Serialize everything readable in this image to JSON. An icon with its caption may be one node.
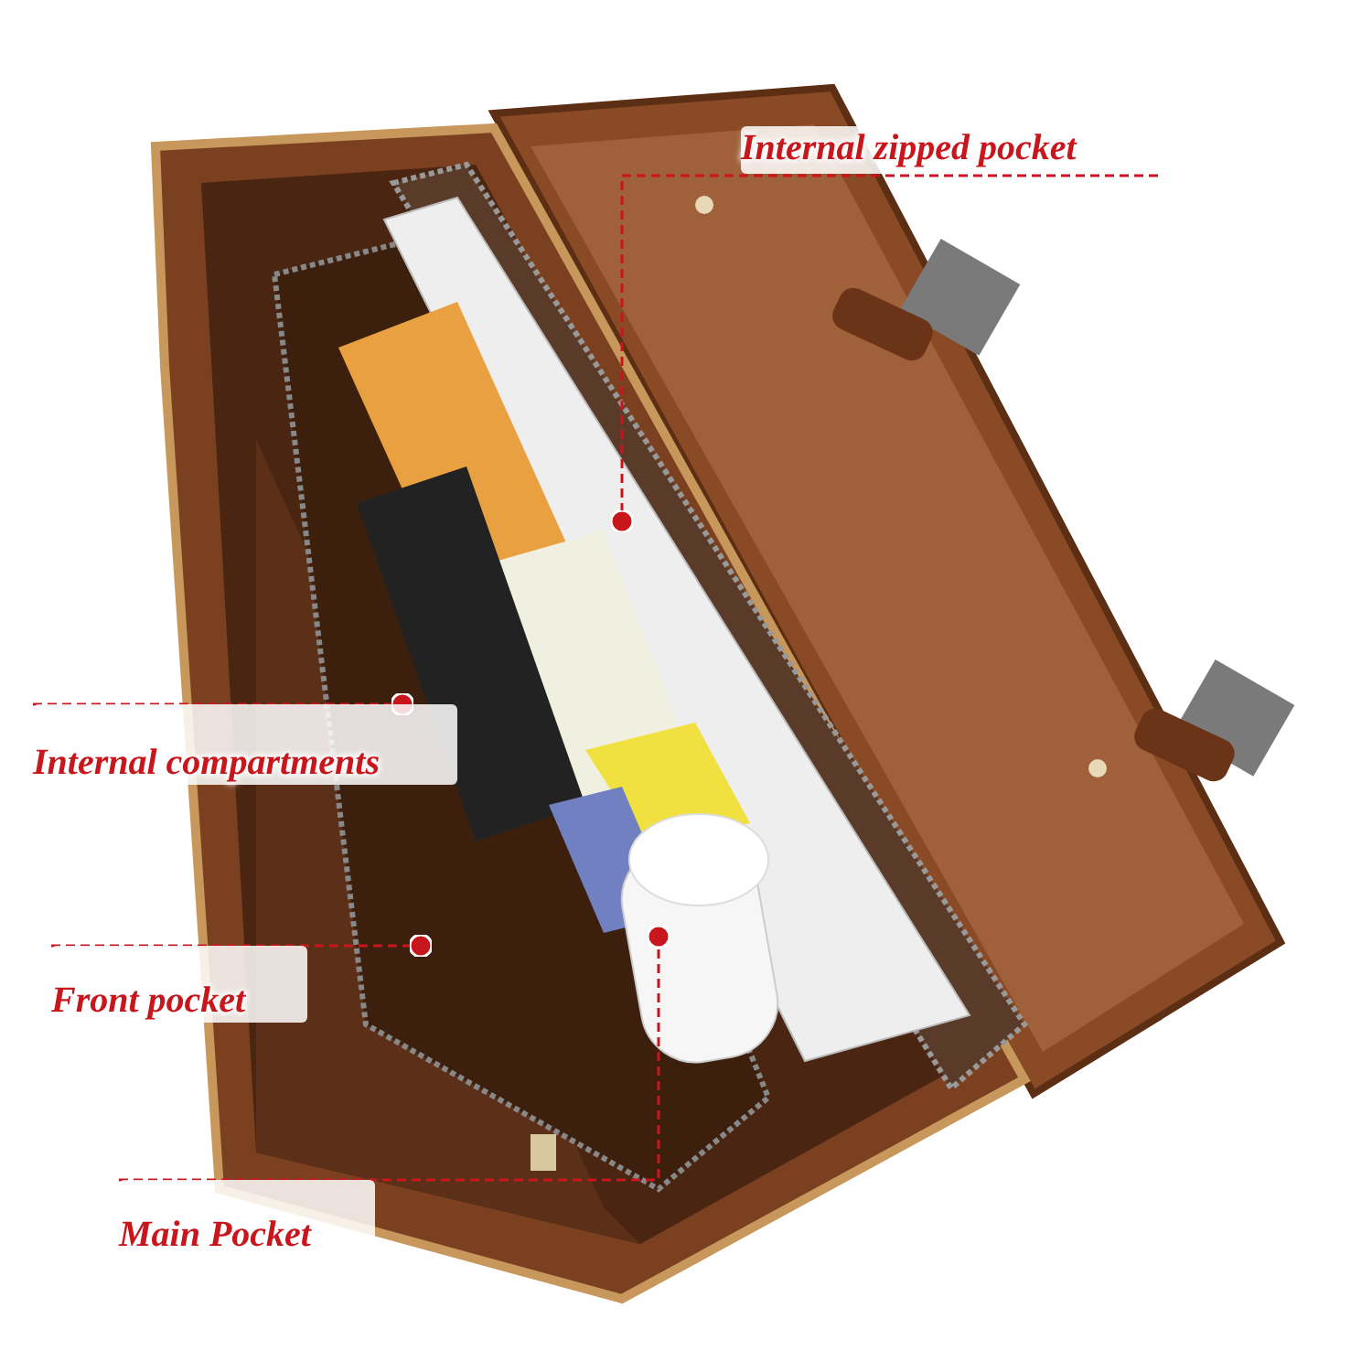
{
  "diagram": {
    "nodes": [
      {
        "text": [
          "Internal zipped pocket"
        ]
      },
      {
        "text": [
          "Internal compartments"
        ]
      },
      {
        "text": [
          "Front pocket"
        ]
      },
      {
        "text": [
          "Main Pocket"
        ]
      }
    ],
    "edges": [
      {
        "from": 0,
        "to": null,
        "arrow": "other",
        "style": "dashed"
      },
      {
        "from": 1,
        "to": null,
        "arrow": "other",
        "style": "dashed"
      },
      {
        "from": 2,
        "to": null,
        "arrow": "other",
        "style": "dashed"
      },
      {
        "from": 3,
        "to": null,
        "arrow": "other",
        "style": "dashed"
      }
    ]
  }
}
